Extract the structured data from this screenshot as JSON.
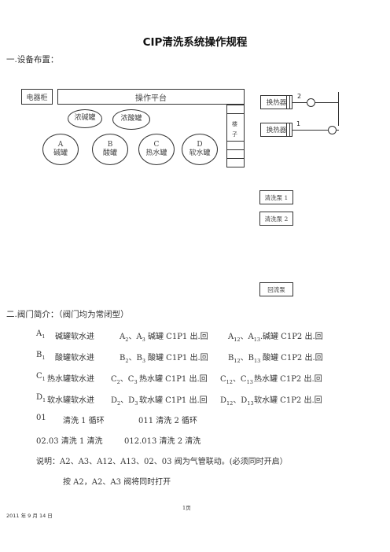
{
  "title": "CIP清洗系统操作规程",
  "section1": "一.设备布置：",
  "diagram": {
    "electrical_cabinet": "电器柜",
    "operation_platform": "操作平台",
    "conc_alkali_tank": "浓碱罐",
    "conc_acid_tank": "浓酸罐",
    "tank_a": {
      "letter": "A",
      "name": "碱罐"
    },
    "tank_b": {
      "letter": "B",
      "name": "酸罐"
    },
    "tank_c": {
      "letter": "C",
      "name": "热水罐"
    },
    "tank_d": {
      "letter": "D",
      "name": "软水罐"
    },
    "stairs_1": "楼",
    "stairs_2": "子",
    "heat_exchanger_1": "换热器",
    "heat_exchanger_2": "换热器",
    "label_2": "2",
    "label_1": "1",
    "cleaning_pump_1": "清洗泵 1",
    "cleaning_pump_2": "清洗泵 2",
    "return_pump": "回流泵"
  },
  "section2": "二.阀门简介：（阀门均为常闭型）",
  "valve_rows": [
    {
      "c1": "碱罐软水进",
      "c2": "碱罐 C1P1 出.回",
      "c3": "碱罐 C1P2 出.回"
    },
    {
      "c1": "酸罐软水进",
      "c2": "酸罐 C1P1 出.回",
      "c3": "酸罐 C1P2 出.回"
    },
    {
      "c1": "热水罐软水进",
      "c2": "热水罐 C1P1 出.回",
      "c3": "热水罐 C1P2 出.回"
    },
    {
      "c1": "软水罐软水进",
      "c2": "软水罐 C1P1 出.回",
      "c3": "软水罐 C1P2 出.回"
    }
  ],
  "loop_line": {
    "a": "01",
    "a_text": "清洗 1 循环",
    "b": "011 清洗 2 循环"
  },
  "clean_line": {
    "a": "02.03 清洗 1 清洗",
    "b": "012.013 清洗 2 清洗"
  },
  "note_1": "说明：A2、A3、A12、A13、02、03 阀为气管联动。(必须同时开启）",
  "note_2": "按 A2，A2、A3 阀将同时打开",
  "page_num": "1页",
  "date": "2011 年 9 月 14 日"
}
